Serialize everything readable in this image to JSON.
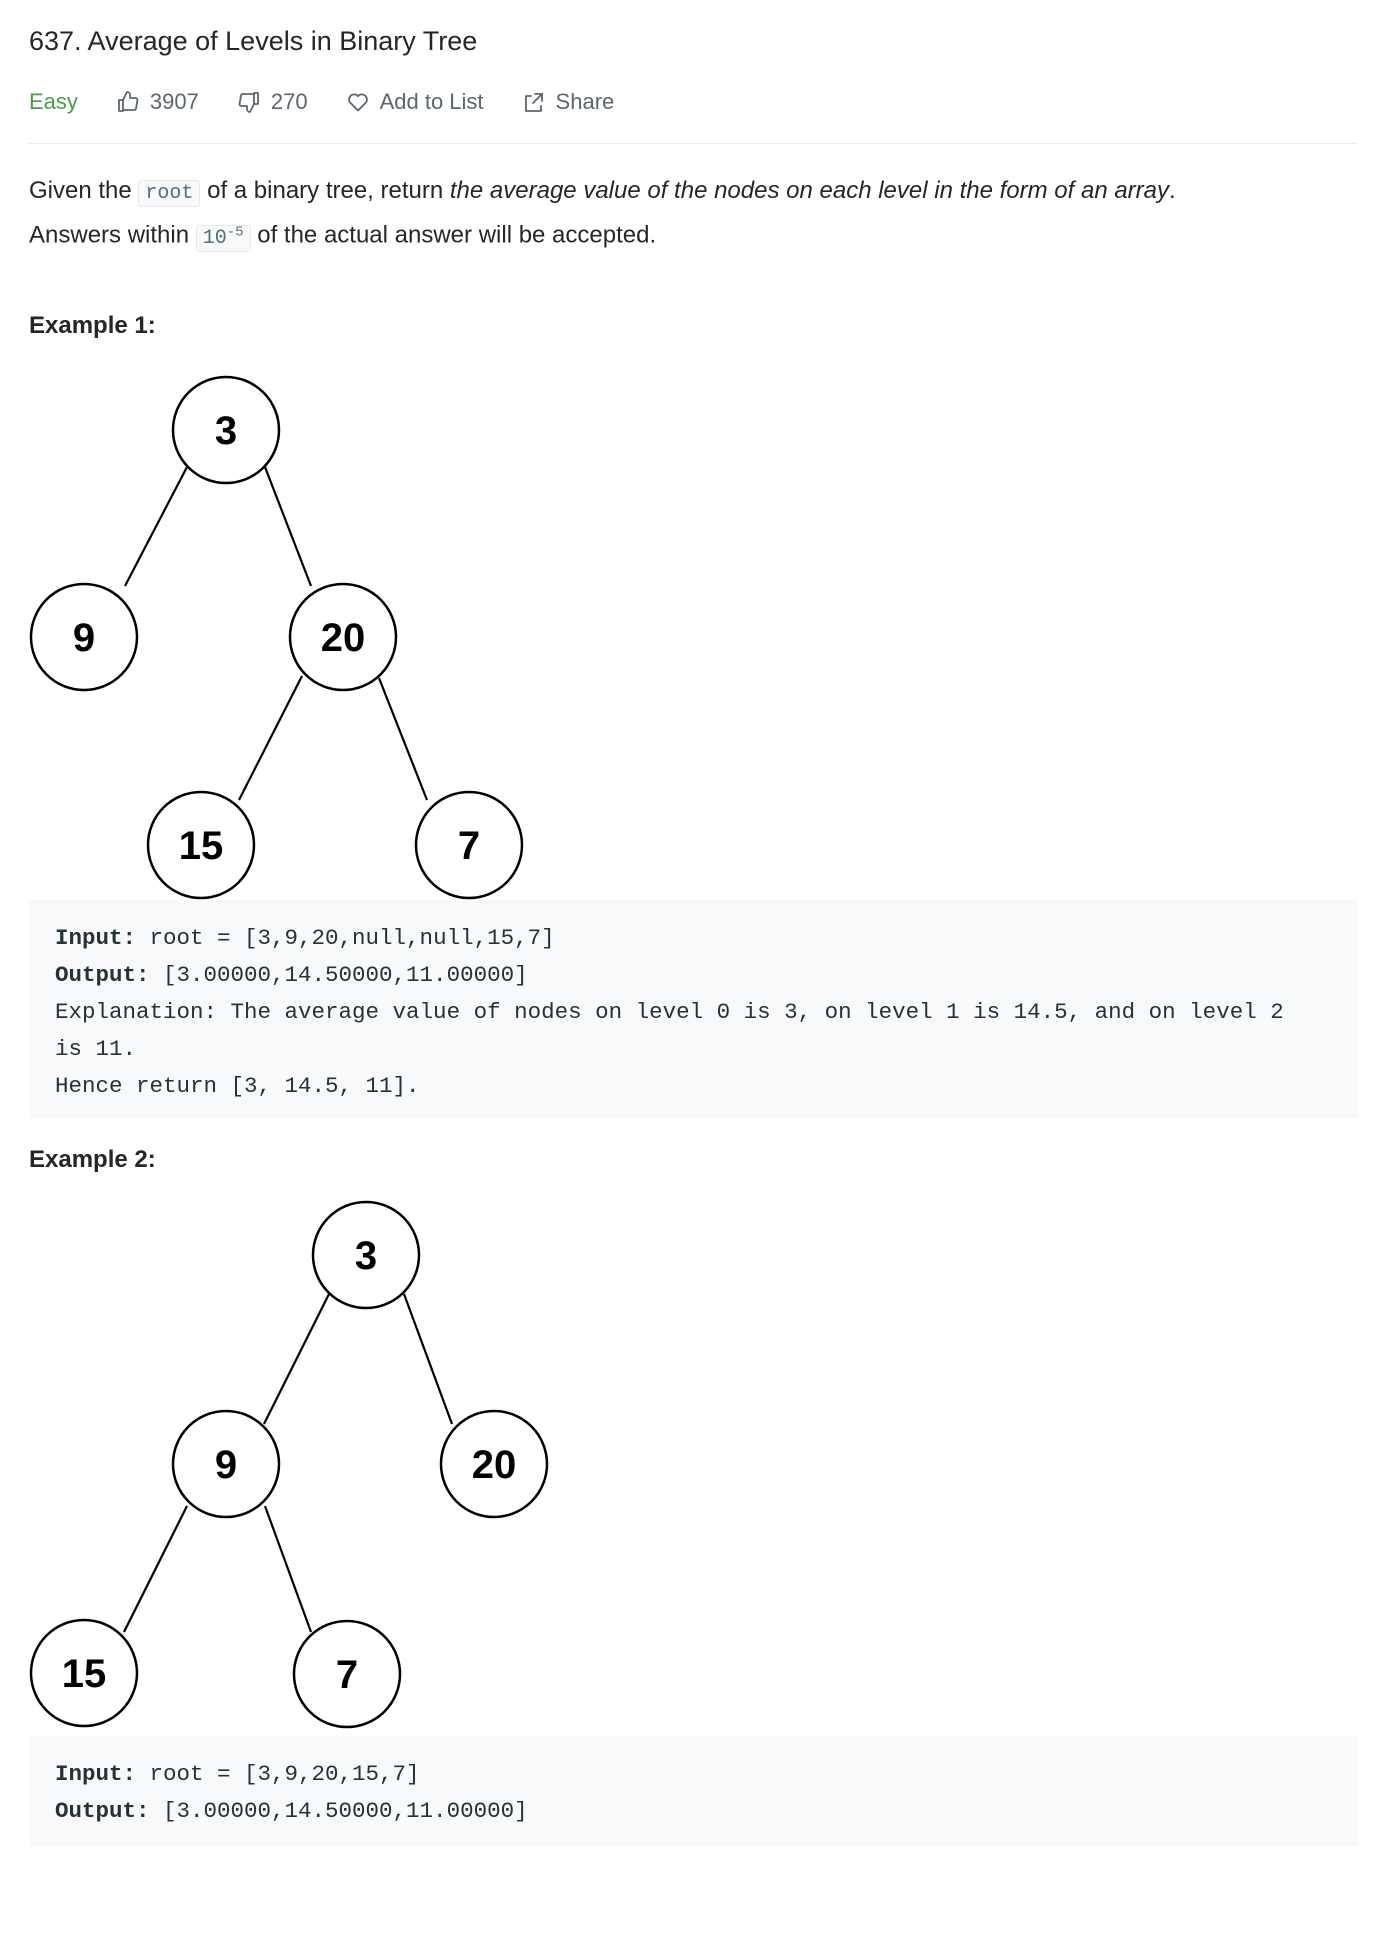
{
  "problem": {
    "title": "637. Average of Levels in Binary Tree",
    "difficulty": "Easy",
    "likes": "3907",
    "dislikes": "270",
    "add_to_list": "Add to List",
    "share": "Share"
  },
  "icons": {
    "like": "thumbs-up-icon",
    "dislike": "thumbs-down-icon",
    "add": "heart-icon",
    "share": "share-icon"
  },
  "colors": {
    "difficulty": "#43a047",
    "text": "#262626",
    "muted": "#5c6670",
    "code_bg": "#f7f9fa"
  },
  "description": {
    "p1_a": "Given the ",
    "p1_code": "root",
    "p1_b": " of a binary tree, return ",
    "p1_italic": "the average value of the nodes on each level in the form of an array",
    "p1_c": ".",
    "p2_a": "Answers within ",
    "p2_code_base": "10",
    "p2_code_sup": "-5",
    "p2_b": " of the actual answer will be accepted."
  },
  "examples": [
    {
      "title": "Example 1:",
      "tree": {
        "nodes": [
          "3",
          "9",
          "20",
          "15",
          "7"
        ]
      },
      "input_label": "Input:",
      "input_value": " root = [3,9,20,null,null,15,7]",
      "output_label": "Output:",
      "output_value": " [3.00000,14.50000,11.00000]",
      "explanation": "Explanation: The average value of nodes on level 0 is 3, on level 1 is 14.5, and on level 2",
      "explanation_cont": "is 11.",
      "explanation_end": "Hence return [3, 14.5, 11]."
    },
    {
      "title": "Example 2:",
      "tree": {
        "nodes": [
          "3",
          "9",
          "20",
          "15",
          "7"
        ]
      },
      "input_label": "Input:",
      "input_value": " root = [3,9,20,15,7]",
      "output_label": "Output:",
      "output_value": " [3.00000,14.50000,11.00000]"
    }
  ]
}
